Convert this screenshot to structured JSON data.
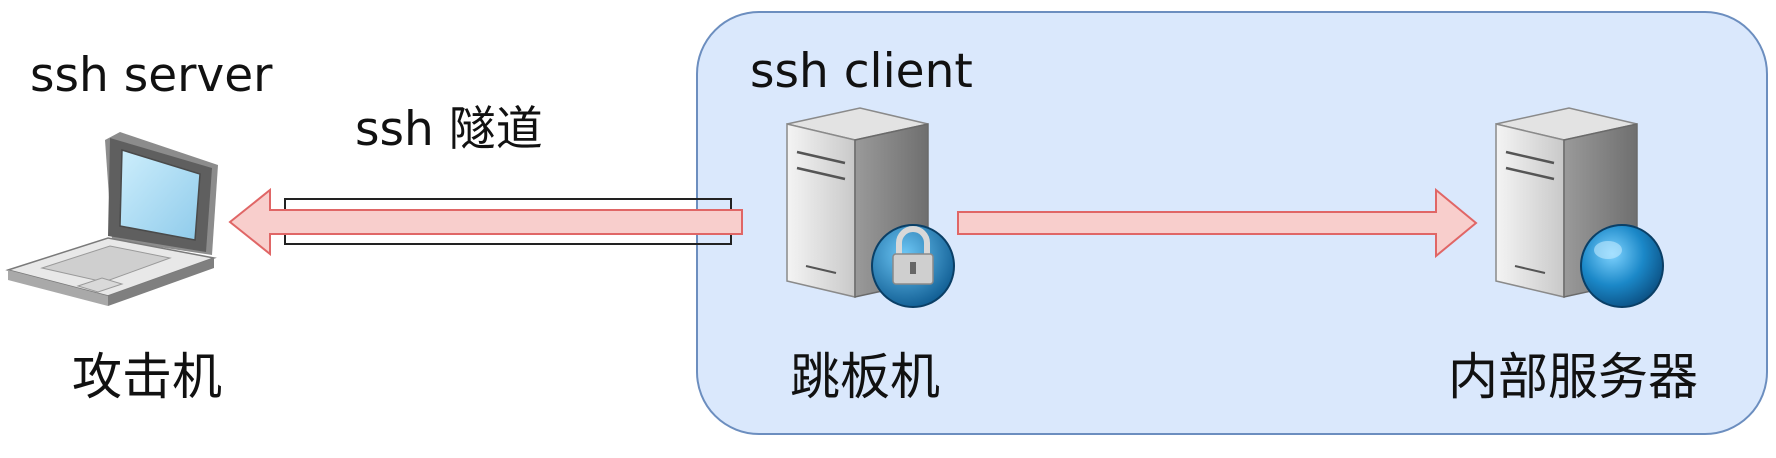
{
  "nodes": {
    "attacker": {
      "role_label": "ssh server",
      "name": "攻击机",
      "icon": "laptop-icon"
    },
    "jump_host": {
      "role_label": "ssh client",
      "name": "跳板机",
      "icon": "server-lock-icon"
    },
    "internal_server": {
      "name": "内部服务器",
      "icon": "server-globe-icon"
    }
  },
  "tunnel": {
    "label": "ssh 隧道"
  },
  "colors": {
    "zone_fill": "#dae8fc",
    "zone_stroke": "#6c8ebf",
    "arrow_fill": "#f8cecc",
    "arrow_stroke": "#e06666",
    "tunnel_stroke": "#222222",
    "screen_blue": "#a8d8f0",
    "globe_blue": "#1b88c8"
  }
}
